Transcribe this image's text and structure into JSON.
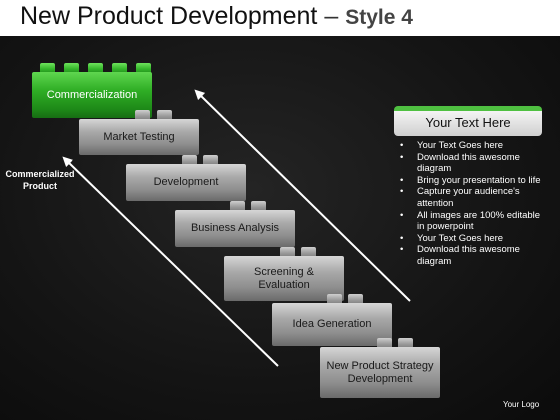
{
  "header": {
    "title_main": "New Product Development",
    "title_dash": "–",
    "title_sub": "Style 4"
  },
  "diagram": {
    "steps": [
      {
        "label": "Commercialization",
        "highlight": true
      },
      {
        "label": "Market Testing",
        "highlight": false
      },
      {
        "label": "Development",
        "highlight": false
      },
      {
        "label": "Business Analysis",
        "highlight": false
      },
      {
        "label": "Screening & Evaluation",
        "highlight": false
      },
      {
        "label": "Idea Generation",
        "highlight": false
      },
      {
        "label": "New Product Strategy Development",
        "highlight": false
      }
    ],
    "side_label": "Commercialized Product"
  },
  "panel": {
    "header": "Your Text Here",
    "bullets": [
      "Your Text Goes here",
      "Download this awesome diagram",
      "Bring your presentation to life",
      "Capture your audience's attention",
      "All images are 100% editable in powerpoint",
      "Your Text Goes here",
      "Download this awesome diagram"
    ]
  },
  "footer": {
    "logo": "Your Logo"
  },
  "colors": {
    "highlight": "#2fae25",
    "block_gray": "#a9a9a9",
    "background": "#161616",
    "arrow": "#ffffff"
  }
}
